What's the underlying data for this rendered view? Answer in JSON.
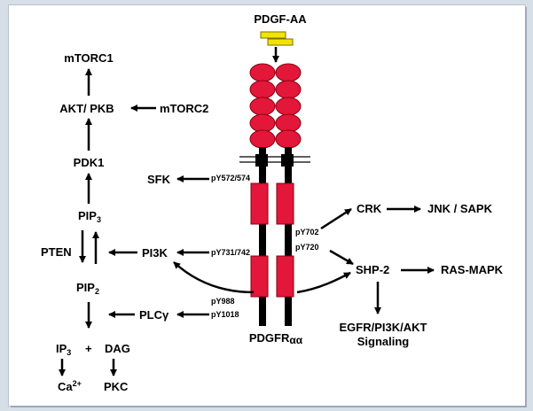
{
  "ligand": {
    "label": "PDGF-AA"
  },
  "receptor": {
    "label": "PDGFR",
    "subscript": "αα"
  },
  "phosphosites": {
    "y572": "pY572/574",
    "y731": "pY731/742",
    "y702": "pY702",
    "y720": "pY720",
    "y988": "pY988",
    "y1018": "pY1018"
  },
  "nodes": {
    "mtorc1": "mTORC1",
    "akt": "AKT/ PKB",
    "mtorc2": "mTORC2",
    "pdk1": "PDK1",
    "pip3": "PIP",
    "pip3_sub": "3",
    "pten": "PTEN",
    "pip2": "PIP",
    "pip2_sub": "2",
    "pi3k": "PI3K",
    "sfk": "SFK",
    "plc": "PLC",
    "plc_greek": "γ",
    "ip3": "IP",
    "ip3_sub": "3",
    "plus": "+",
    "dag": "DAG",
    "ca": "Ca",
    "ca_sup": "2+",
    "pkc": "PKC",
    "crk": "CRK",
    "jnk": "JNK / SAPK",
    "shp2": "SHP-2",
    "rasmapk": "RAS-MAPK",
    "egfr_line1": "EGFR/PI3K/AKT",
    "egfr_line2": "Signaling"
  },
  "colors": {
    "domain_red": "#e3173a",
    "ligand_yellow": "#f2e400",
    "ink": "#000000"
  }
}
